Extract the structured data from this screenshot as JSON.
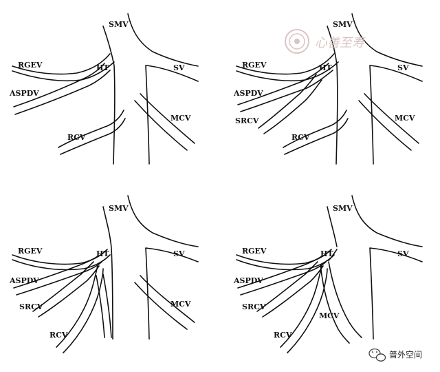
{
  "panels": [
    {
      "labels": {
        "smv": "SMV",
        "sv": "SV",
        "rgev": "RGEV",
        "ht": "HT",
        "aspdv": "ASPDV",
        "rcv": "RCV",
        "mcv": "MCV"
      }
    },
    {
      "labels": {
        "smv": "SMV",
        "sv": "SV",
        "rgev": "RGEV",
        "ht": "HT",
        "aspdv": "ASPDV",
        "srcv": "SRCV",
        "rcv": "RCV",
        "mcv": "MCV"
      }
    },
    {
      "labels": {
        "smv": "SMV",
        "sv": "SV",
        "rgev": "RGEV",
        "ht": "HT",
        "aspdv": "ASPDV",
        "srcv": "SRCV",
        "rcv": "RCV",
        "mcv": "MCV"
      }
    },
    {
      "labels": {
        "smv": "SMV",
        "sv": "SV",
        "rgev": "RGEV",
        "ht": "HT",
        "aspdv": "ASPDV",
        "srcv": "SRCV",
        "rcv": "RCV",
        "mcv": "MCV"
      }
    }
  ],
  "seal": {
    "text": "心善至寿",
    "icon": "seal-stamp-icon",
    "color": "#d9c4c4"
  },
  "watermark": {
    "text": "普外空间",
    "icon": "wechat-icon"
  }
}
